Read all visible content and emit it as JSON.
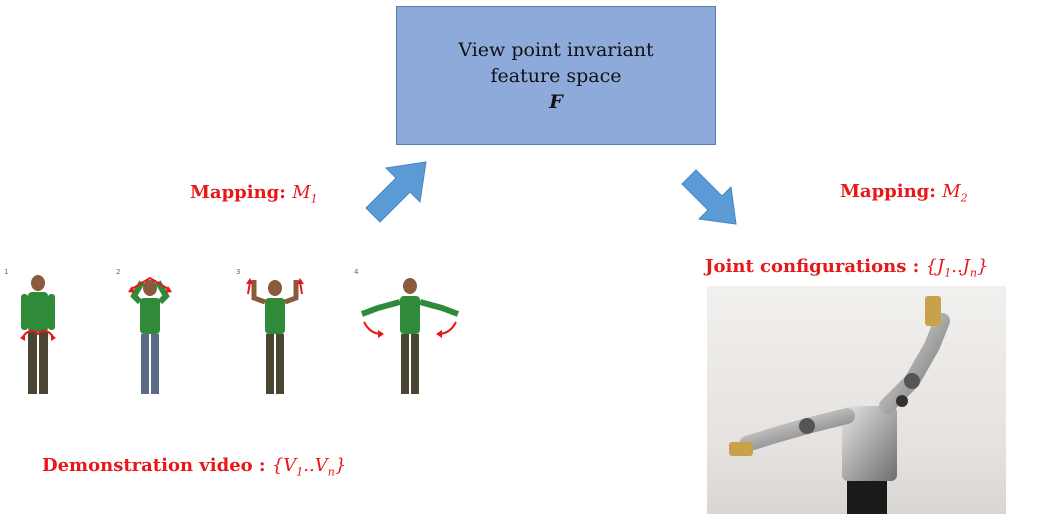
{
  "feature_box": {
    "line1": "View point invariant",
    "line2": "feature space",
    "symbol": "F"
  },
  "mapping1": {
    "label": "Mapping: ",
    "symbol": "M",
    "sub": "1"
  },
  "mapping2": {
    "label": "Mapping: ",
    "symbol": "M",
    "sub": "2"
  },
  "joint_config": {
    "label": "Joint configurations : ",
    "set_open": "{J",
    "sub1": "1",
    "dots": "..J",
    "subn": "n",
    "set_close": "}"
  },
  "demo_video": {
    "label": "Demonstration video : ",
    "set_open": "{V",
    "sub1": "1",
    "dots": "..V",
    "subn": "n",
    "set_close": "}"
  },
  "frame_numbers": [
    "1",
    "2",
    "3",
    "4"
  ],
  "colors": {
    "box_fill": "#8eaadb",
    "arrow_fill": "#5b9bd5",
    "label_red": "#e8171a"
  }
}
